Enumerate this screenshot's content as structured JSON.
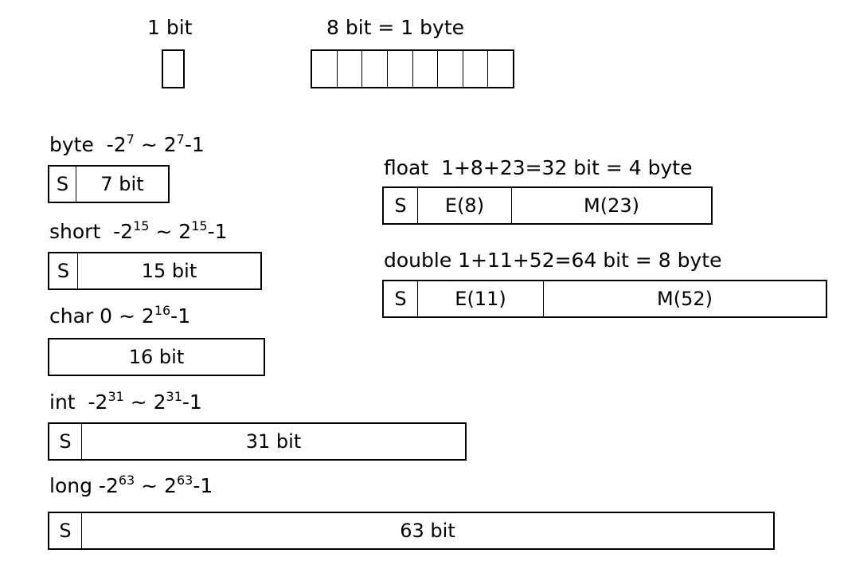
{
  "top": {
    "bit_label": "1 bit",
    "byte_label": "8 bit = 1 byte",
    "byte_cells": 8
  },
  "types": {
    "byte": {
      "name": "byte",
      "range": {
        "neg": "-2",
        "exp1": "7",
        "sep": " ~ 2",
        "exp2": "7",
        "tail": "-1"
      },
      "cells": [
        "S",
        "7 bit"
      ]
    },
    "short": {
      "name": "short",
      "range": {
        "neg": "-2",
        "exp1": "15",
        "sep": " ~ 2",
        "exp2": "15",
        "tail": "-1"
      },
      "cells": [
        "S",
        "15 bit"
      ]
    },
    "char": {
      "name": "char",
      "range": {
        "neg": "0 ~ 2",
        "exp1": "16",
        "tail": "-1"
      },
      "cells": [
        "16 bit"
      ]
    },
    "int": {
      "name": "int",
      "range": {
        "neg": "-2",
        "exp1": "31",
        "sep": " ~ 2",
        "exp2": "31",
        "tail": "-1"
      },
      "cells": [
        "S",
        "31 bit"
      ]
    },
    "long": {
      "name": "long",
      "range": {
        "neg": "-2",
        "exp1": "63",
        "sep": " ~ 2",
        "exp2": "63",
        "tail": "-1"
      },
      "cells": [
        "S",
        "63 bit"
      ]
    },
    "float": {
      "name": "float",
      "formula": "1+8+23=32 bit = 4 byte",
      "cells": [
        "S",
        "E(8)",
        "M(23)"
      ]
    },
    "double": {
      "name": "double",
      "formula": "1+11+52=64 bit = 8 byte",
      "cells": [
        "S",
        "E(11)",
        "M(52)"
      ]
    }
  }
}
